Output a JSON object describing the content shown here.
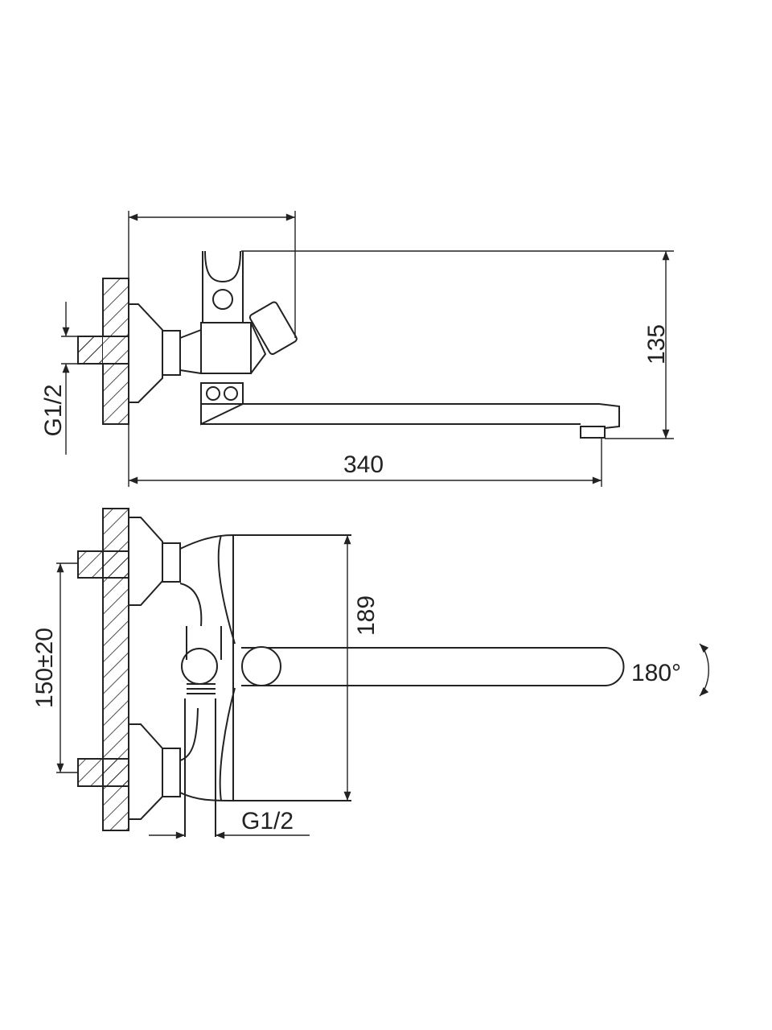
{
  "diagram": {
    "side_view": {
      "inlet_thread_label": "G1/2",
      "overall_length_label": "340",
      "height_label": "135"
    },
    "top_view": {
      "inlet_spacing_label": "150±20",
      "body_height_label": "189",
      "rotation_label": "180°",
      "thread_label": "G1/2"
    },
    "colors": {
      "line": "#222222",
      "background": "#ffffff"
    }
  }
}
